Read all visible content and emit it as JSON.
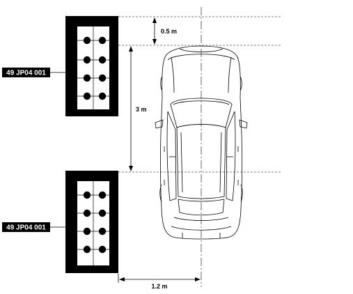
{
  "diagram": {
    "targets": [
      {
        "part_number": "49 JP04 001"
      },
      {
        "part_number": "49 JP04 001"
      }
    ],
    "dimensions": {
      "target_gap": "0.5 m",
      "target_spacing": "3 m",
      "lateral_offset": "1.2 m"
    }
  }
}
